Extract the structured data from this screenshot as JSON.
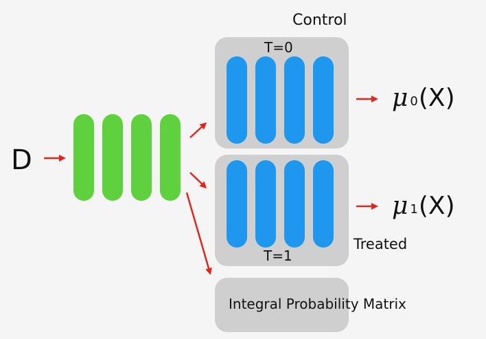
{
  "diagram": {
    "input_label": "D",
    "shared_layers_count": 4,
    "control": {
      "title": "Control",
      "treatment_label": "T=0",
      "layers_count": 4,
      "output": {
        "symbol": "μ",
        "subscript": "0",
        "arg": "(X)"
      }
    },
    "treated": {
      "title": "Treated",
      "treatment_label": "T=1",
      "layers_count": 4,
      "output": {
        "symbol": "μ",
        "subscript": "1",
        "arg": "(X)"
      }
    },
    "ipm": {
      "label": "Integral Probability Matrix"
    },
    "colors": {
      "background": "#f5f5f5",
      "shared_layer": "#5fd13f",
      "head_layer": "#1e98ee",
      "box": "#cfcfcf",
      "arrow": "#e0261c"
    }
  }
}
